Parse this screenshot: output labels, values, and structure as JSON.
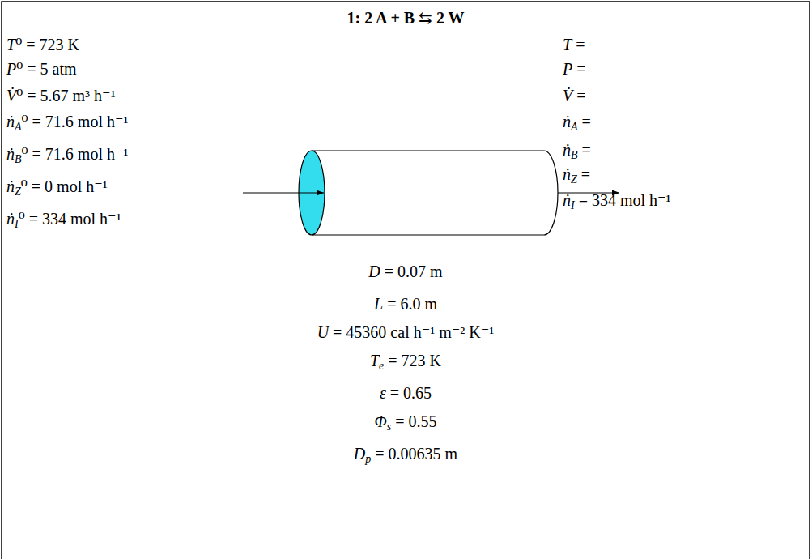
{
  "diagram": {
    "title": "1: 2 A + B ⇆ 2 W",
    "labels": [
      "T⁰ = 723 K",
      "P⁰ = 5 atm",
      "V̇⁰ = 5.67 m³ h⁻¹",
      "ṅA⁰ = 71.6 mol h⁻¹",
      "ṅB⁰ = 71.6 mol h⁻¹",
      "ṅZ⁰ = 0 mol h⁻¹",
      "ṅI⁰ = 334 mol h⁻¹",
      "T =",
      "P =",
      "V̇ =",
      "ṅA =",
      "ṅB =",
      "ṅZ =",
      "ṅI = 334 mol h⁻¹",
      "D = 0.07 m",
      "L = 6.0 m",
      "U = 45360 cal h⁻¹ m⁻² K⁻¹",
      "Te = 723 K",
      "ε = 0.65",
      "Φs = 0.55",
      "Dp = 0.00635 m"
    ]
  }
}
